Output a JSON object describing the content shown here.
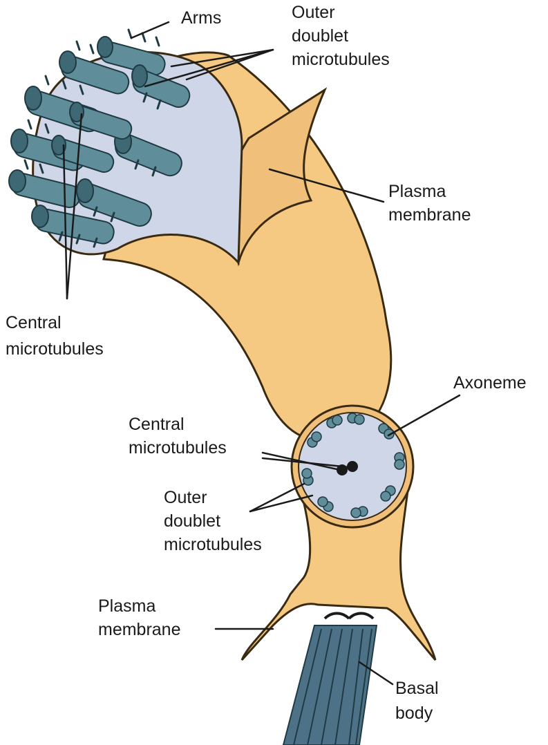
{
  "labels": {
    "arms": "Arms",
    "outer_doublet_top": [
      "Outer",
      "doublet",
      "microtubules"
    ],
    "plasma_membrane_top": [
      "Plasma",
      "membrane"
    ],
    "central_microtubules_left": [
      "Central",
      "microtubules"
    ],
    "axoneme": "Axoneme",
    "central_microtubules_mid": [
      "Central",
      "microtubules"
    ],
    "outer_doublet_mid": [
      "Outer",
      "doublet",
      "microtubules"
    ],
    "plasma_membrane_bottom": [
      "Plasma",
      "membrane"
    ],
    "basal_body": [
      "Basal",
      "body"
    ]
  },
  "colors": {
    "membrane_fill": "#f5c982",
    "membrane_stroke": "#3a2a12",
    "matrix_fill": "#cfd6e8",
    "microtubule_fill": "#5f8d99",
    "microtubule_dark": "#1f3a42",
    "basal_body_fill": "#4d7288"
  }
}
